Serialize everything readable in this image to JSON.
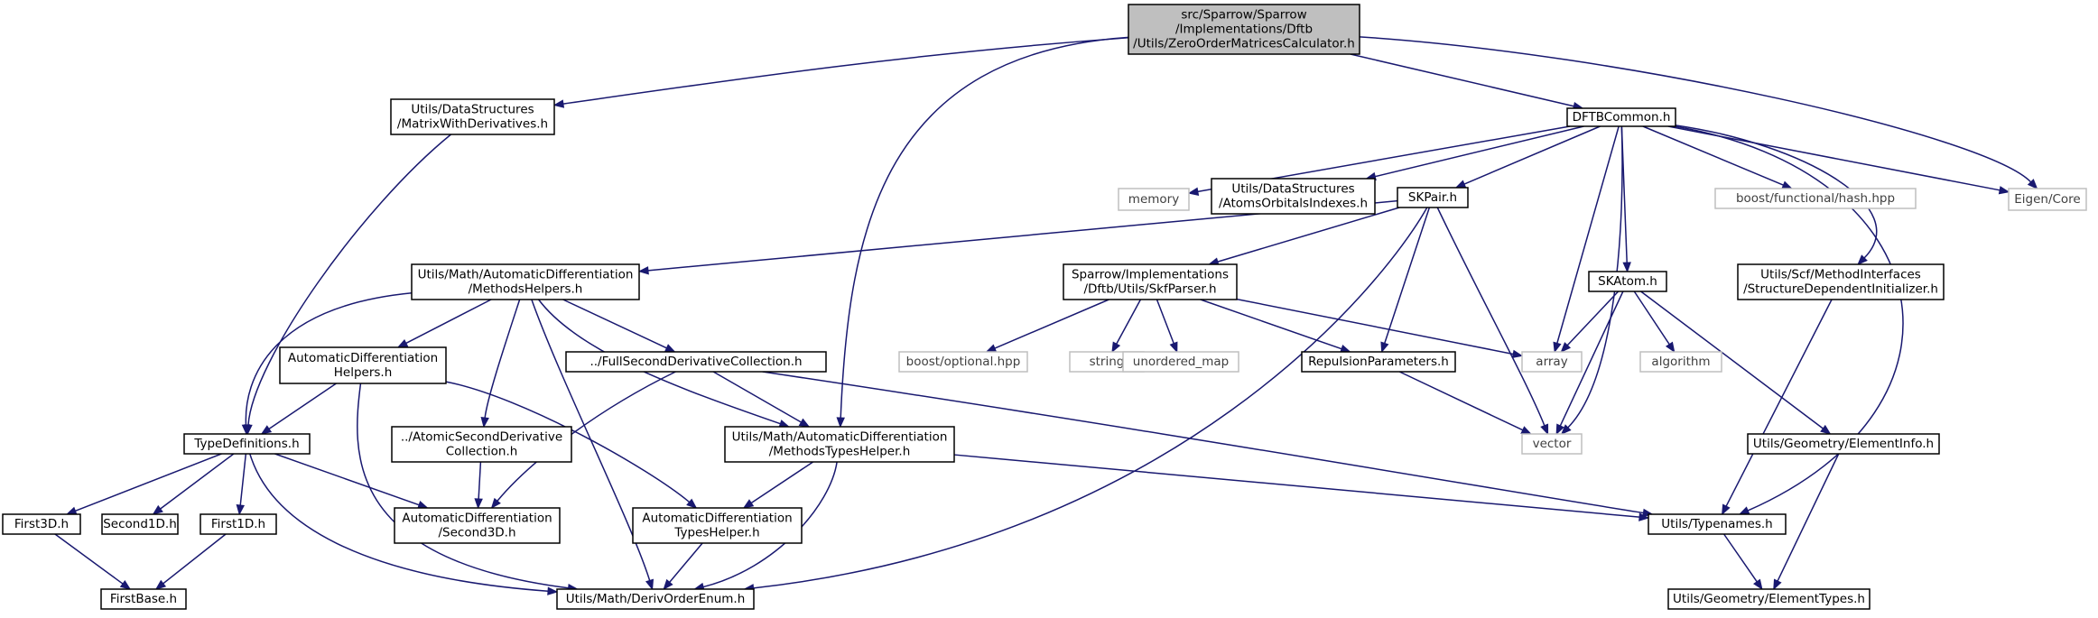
{
  "diagram": {
    "colors": {
      "edge": "#191970",
      "node_border": "#000000",
      "external_border": "#bfbfbf",
      "root_fill": "#bfbfbf",
      "external_text": "#404040"
    },
    "nodes": [
      {
        "id": "root",
        "lines": [
          "src/Sparrow/Sparrow",
          "/Implementations/Dftb",
          "/Utils/ZeroOrderMatricesCalculator.h"
        ],
        "kind": "root"
      },
      {
        "id": "matrixwithderivatives",
        "lines": [
          "Utils/DataStructures",
          "/MatrixWithDerivatives.h"
        ],
        "kind": "local"
      },
      {
        "id": "dftbcommon",
        "lines": [
          "DFTBCommon.h"
        ],
        "kind": "local"
      },
      {
        "id": "memory",
        "lines": [
          "memory"
        ],
        "kind": "external"
      },
      {
        "id": "atomsorbitalsindexes",
        "lines": [
          "Utils/DataStructures",
          "/AtomsOrbitalsIndexes.h"
        ],
        "kind": "local"
      },
      {
        "id": "skpair",
        "lines": [
          "SKPair.h"
        ],
        "kind": "local"
      },
      {
        "id": "boosthash",
        "lines": [
          "boost/functional/hash.hpp"
        ],
        "kind": "external"
      },
      {
        "id": "eigencore",
        "lines": [
          "Eigen/Core"
        ],
        "kind": "external"
      },
      {
        "id": "methodshelpers",
        "lines": [
          "Utils/Math/AutomaticDifferentiation",
          "/MethodsHelpers.h"
        ],
        "kind": "local"
      },
      {
        "id": "skfparser",
        "lines": [
          "Sparrow/Implementations",
          "/Dftb/Utils/SkfParser.h"
        ],
        "kind": "local"
      },
      {
        "id": "skatom",
        "lines": [
          "SKAtom.h"
        ],
        "kind": "local"
      },
      {
        "id": "structuredependentinitializer",
        "lines": [
          "Utils/Scf/MethodInterfaces",
          "/StructureDependentInitializer.h"
        ],
        "kind": "local"
      },
      {
        "id": "autodiffhelpers",
        "lines": [
          "AutomaticDifferentiation",
          "Helpers.h"
        ],
        "kind": "local"
      },
      {
        "id": "fullsecondderivativecollection",
        "lines": [
          "../FullSecondDerivativeCollection.h"
        ],
        "kind": "local"
      },
      {
        "id": "boostoptional",
        "lines": [
          "boost/optional.hpp"
        ],
        "kind": "external"
      },
      {
        "id": "string",
        "lines": [
          "string"
        ],
        "kind": "external"
      },
      {
        "id": "unorderedmap",
        "lines": [
          "unordered_map"
        ],
        "kind": "external"
      },
      {
        "id": "repulsionparameters",
        "lines": [
          "RepulsionParameters.h"
        ],
        "kind": "local"
      },
      {
        "id": "array",
        "lines": [
          "array"
        ],
        "kind": "external"
      },
      {
        "id": "algorithm",
        "lines": [
          "algorithm"
        ],
        "kind": "external"
      },
      {
        "id": "typedefinitions",
        "lines": [
          "TypeDefinitions.h"
        ],
        "kind": "local"
      },
      {
        "id": "atomicsecondderivativecollection",
        "lines": [
          "../AtomicSecondDerivative",
          "Collection.h"
        ],
        "kind": "local"
      },
      {
        "id": "methodstypeshelper",
        "lines": [
          "Utils/Math/AutomaticDifferentiation",
          "/MethodsTypesHelper.h"
        ],
        "kind": "local"
      },
      {
        "id": "vector",
        "lines": [
          "vector"
        ],
        "kind": "external"
      },
      {
        "id": "elementinfo",
        "lines": [
          "Utils/Geometry/ElementInfo.h"
        ],
        "kind": "local"
      },
      {
        "id": "first3d",
        "lines": [
          "First3D.h"
        ],
        "kind": "local"
      },
      {
        "id": "second1d",
        "lines": [
          "Second1D.h"
        ],
        "kind": "local"
      },
      {
        "id": "first1d",
        "lines": [
          "First1D.h"
        ],
        "kind": "local"
      },
      {
        "id": "second3d",
        "lines": [
          "AutomaticDifferentiation",
          "/Second3D.h"
        ],
        "kind": "local"
      },
      {
        "id": "typeshelper",
        "lines": [
          "AutomaticDifferentiation",
          "TypesHelper.h"
        ],
        "kind": "local"
      },
      {
        "id": "typenames",
        "lines": [
          "Utils/Typenames.h"
        ],
        "kind": "local"
      },
      {
        "id": "firstbase",
        "lines": [
          "FirstBase.h"
        ],
        "kind": "local"
      },
      {
        "id": "derivorderenum",
        "lines": [
          "Utils/Math/DerivOrderEnum.h"
        ],
        "kind": "local"
      },
      {
        "id": "elementtypes",
        "lines": [
          "Utils/Geometry/ElementTypes.h"
        ],
        "kind": "local"
      }
    ],
    "edges": [
      [
        "root",
        "matrixwithderivatives"
      ],
      [
        "root",
        "dftbcommon"
      ],
      [
        "root",
        "methodstypeshelper"
      ],
      [
        "root",
        "eigencore"
      ],
      [
        "matrixwithderivatives",
        "typedefinitions"
      ],
      [
        "dftbcommon",
        "memory"
      ],
      [
        "dftbcommon",
        "atomsorbitalsindexes"
      ],
      [
        "dftbcommon",
        "skpair"
      ],
      [
        "dftbcommon",
        "boosthash"
      ],
      [
        "dftbcommon",
        "eigencore"
      ],
      [
        "dftbcommon",
        "structuredependentinitializer"
      ],
      [
        "dftbcommon",
        "skatom"
      ],
      [
        "dftbcommon",
        "array"
      ],
      [
        "dftbcommon",
        "vector"
      ],
      [
        "dftbcommon",
        "typenames"
      ],
      [
        "skpair",
        "methodshelpers"
      ],
      [
        "skpair",
        "skfparser"
      ],
      [
        "skpair",
        "repulsionparameters"
      ],
      [
        "skpair",
        "vector"
      ],
      [
        "skpair",
        "derivorderenum"
      ],
      [
        "methodshelpers",
        "typedefinitions"
      ],
      [
        "methodshelpers",
        "autodiffhelpers"
      ],
      [
        "methodshelpers",
        "atomicsecondderivativecollection"
      ],
      [
        "methodshelpers",
        "fullsecondderivativecollection"
      ],
      [
        "methodshelpers",
        "methodstypeshelper"
      ],
      [
        "methodshelpers",
        "derivorderenum"
      ],
      [
        "skfparser",
        "boostoptional"
      ],
      [
        "skfparser",
        "string"
      ],
      [
        "skfparser",
        "unorderedmap"
      ],
      [
        "skfparser",
        "repulsionparameters"
      ],
      [
        "skfparser",
        "array"
      ],
      [
        "skatom",
        "array"
      ],
      [
        "skatom",
        "algorithm"
      ],
      [
        "skatom",
        "vector"
      ],
      [
        "skatom",
        "elementinfo"
      ],
      [
        "structuredependentinitializer",
        "typenames"
      ],
      [
        "autodiffhelpers",
        "typedefinitions"
      ],
      [
        "autodiffhelpers",
        "typeshelper"
      ],
      [
        "autodiffhelpers",
        "derivorderenum"
      ],
      [
        "fullsecondderivativecollection",
        "methodstypeshelper"
      ],
      [
        "fullsecondderivativecollection",
        "second3d"
      ],
      [
        "fullsecondderivativecollection",
        "typenames"
      ],
      [
        "repulsionparameters",
        "vector"
      ],
      [
        "typedefinitions",
        "first3d"
      ],
      [
        "typedefinitions",
        "second1d"
      ],
      [
        "typedefinitions",
        "first1d"
      ],
      [
        "typedefinitions",
        "second3d"
      ],
      [
        "typedefinitions",
        "derivorderenum"
      ],
      [
        "atomicsecondderivativecollection",
        "second3d"
      ],
      [
        "methodstypeshelper",
        "typeshelper"
      ],
      [
        "methodstypeshelper",
        "typenames"
      ],
      [
        "methodstypeshelper",
        "derivorderenum"
      ],
      [
        "elementinfo",
        "elementtypes"
      ],
      [
        "first3d",
        "firstbase"
      ],
      [
        "first1d",
        "firstbase"
      ],
      [
        "typeshelper",
        "derivorderenum"
      ],
      [
        "typenames",
        "elementtypes"
      ]
    ]
  }
}
